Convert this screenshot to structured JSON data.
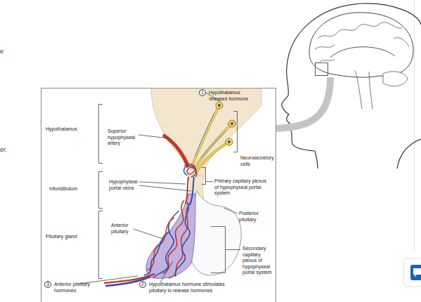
{
  "diagram": {
    "nodes": [
      {
        "text": [
          "1",
          "Hypothalamus releases hormone"
        ]
      },
      {
        "text": [
          "3",
          "Anterior pituitary hormones"
        ]
      },
      {
        "text": [
          "2",
          "Hypothalamus hormone stimulates pituitary to release hormones"
        ]
      }
    ],
    "labels": [
      "e",
      "er.",
      "Hypothalamus",
      "Superior hypophyseal artery",
      "Neurosecretory cells",
      "Infundibulum",
      "Hypophyseal portal veins",
      "Primary capillary plexus of hypophyseal portal system",
      "Posterior pituitary",
      "Pituitary gland",
      "Anterior pituitary",
      "Secondary capillary plexus of hypophyseal portal system"
    ]
  }
}
